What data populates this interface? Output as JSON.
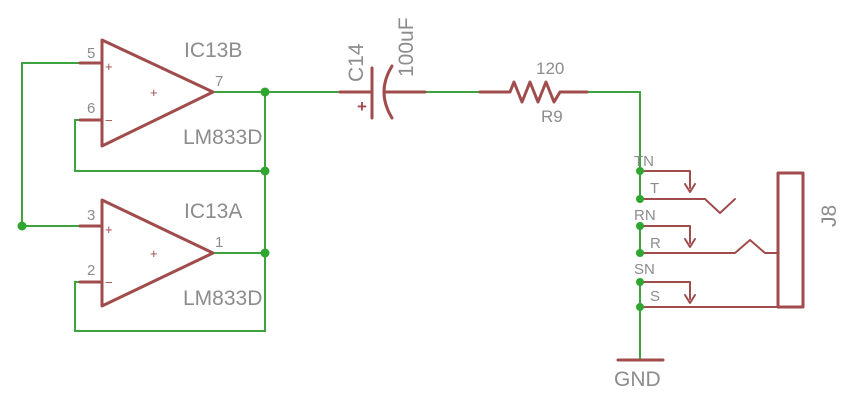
{
  "ic13b": {
    "name": "IC13B",
    "value": "LM833D",
    "pin_in_plus": "5",
    "pin_in_minus": "6",
    "pin_out": "7",
    "sign_plus": "+",
    "sign_minus": "−",
    "sign_inner": "+"
  },
  "ic13a": {
    "name": "IC13A",
    "value": "LM833D",
    "pin_in_plus": "3",
    "pin_in_minus": "2",
    "pin_out": "1",
    "sign_plus": "+",
    "sign_minus": "−",
    "sign_inner": "+"
  },
  "c14": {
    "name": "C14",
    "value": "100uF",
    "polarity": "+"
  },
  "r9": {
    "name": "R9",
    "value": "120"
  },
  "j8": {
    "name": "J8",
    "pins": [
      "TN",
      "T",
      "RN",
      "R",
      "SN",
      "S"
    ]
  },
  "gnd": {
    "label": "GND"
  },
  "colors": {
    "wire": "#3ea33e",
    "part": "#a14c4c",
    "label": "#8c8c8c",
    "junction": "#2fa62f"
  }
}
